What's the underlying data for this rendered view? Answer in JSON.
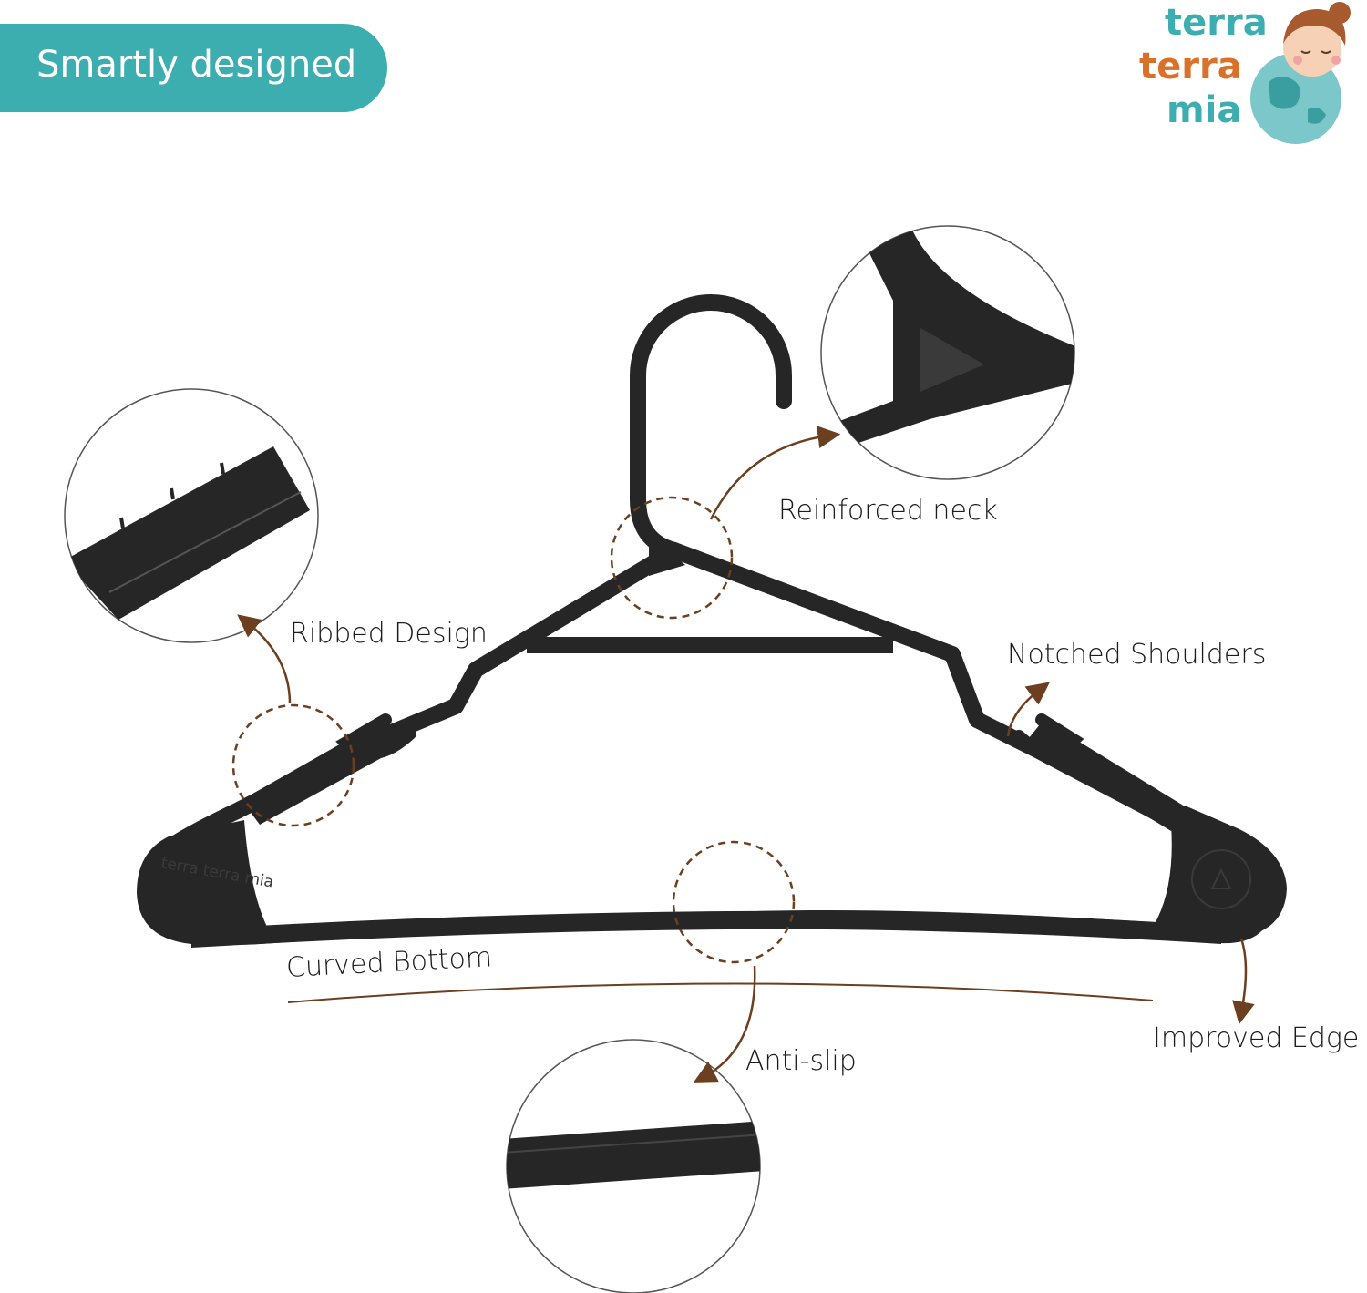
{
  "banner": {
    "title": "Smartly designed"
  },
  "logo": {
    "line1": "terra",
    "line2": "terra",
    "line3": "mia"
  },
  "hanger_marks": {
    "left": "terra terra mia"
  },
  "labels": {
    "reinforced_neck": "Reinforced neck",
    "ribbed_design": "Ribbed Design",
    "notched_shoulders": "Notched Shoulders",
    "curved_bottom": "Curved Bottom",
    "anti_slip": "Anti-slip",
    "improved_edge": "Improved Edge"
  },
  "colors": {
    "banner": "#3daeb0",
    "hanger": "#262626",
    "arrow": "#6b3f20",
    "logo_orange": "#d9712b",
    "logo_teal": "#3daeb0"
  }
}
